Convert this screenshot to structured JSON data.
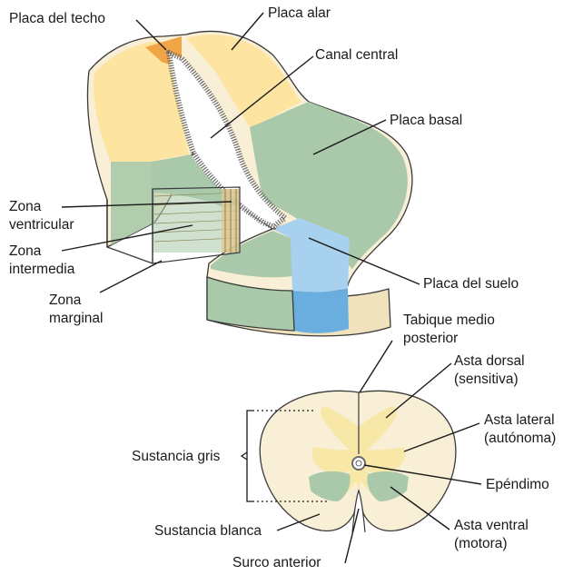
{
  "colors": {
    "background": "#ffffff",
    "tissue_cream": "#f8efd6",
    "tissue_side": "#efe2bd",
    "alar_plate": "#fde4a0",
    "basal_plate": "#a9c9aa",
    "roof_plate": "#f2a547",
    "floor_plate": "#6aaee0",
    "floor_plate_light": "#a8d0ef",
    "gray_matter": "#f8e8a8",
    "ventral_horn": "#a9c9aa",
    "outline": "#3a3a3a"
  },
  "labels": {
    "placa_del_techo": "Placa del techo",
    "placa_alar": "Placa alar",
    "canal_central": "Canal central",
    "placa_basal": "Placa basal",
    "zona_ventricular_1": "Zona",
    "zona_ventricular_2": "ventricular",
    "zona_intermedia_1": "Zona",
    "zona_intermedia_2": "intermedia",
    "zona_marginal_1": "Zona",
    "zona_marginal_2": "marginal",
    "placa_del_suelo": "Placa del suelo",
    "tabique_1": "Tabique medio",
    "tabique_2": "posterior",
    "asta_dorsal_1": "Asta dorsal",
    "asta_dorsal_2": "(sensitiva)",
    "asta_lateral_1": "Asta lateral",
    "asta_lateral_2": "(autónoma)",
    "sustancia_gris": "Sustancia gris",
    "ependimo": "Epéndimo",
    "sustancia_blanca": "Sustancia blanca",
    "asta_ventral_1": "Asta ventral",
    "asta_ventral_2": "(motora)",
    "surco_anterior": "Surco anterior"
  }
}
